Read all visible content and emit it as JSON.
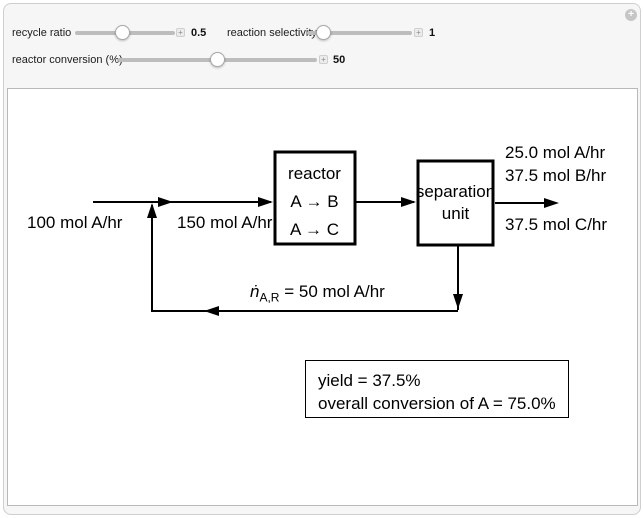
{
  "controls": {
    "sliders": [
      {
        "label": "recycle ratio",
        "value": "0.5"
      },
      {
        "label": "reaction selectivity",
        "value": "1"
      },
      {
        "label": "reactor conversion (%)",
        "value": "50"
      }
    ],
    "plus_glyph": "+",
    "expand_glyph": "+"
  },
  "diagram": {
    "feed_label": "100 mol A/hr",
    "mixed_label": "150 mol A/hr",
    "reactor": {
      "title": "reactor",
      "rxn1": "A → B",
      "rxn2": "A → C"
    },
    "separator": {
      "line1": "separation",
      "line2": "unit"
    },
    "outputs": [
      "25.0 mol A/hr",
      "37.5 mol B/hr",
      "37.5 mol C/hr"
    ],
    "recycle": {
      "var": "ṅ",
      "sub": "A,R",
      "rest": " = 50 mol A/hr"
    },
    "results": {
      "yield": "yield = 37.5%",
      "conversion": "overall conversion of A = 75.0%"
    }
  },
  "colors": {
    "line": "#000000",
    "widget_bg": "#f6f6f6",
    "panel_bg": "#ffffff",
    "track": "#bdbdbd"
  }
}
